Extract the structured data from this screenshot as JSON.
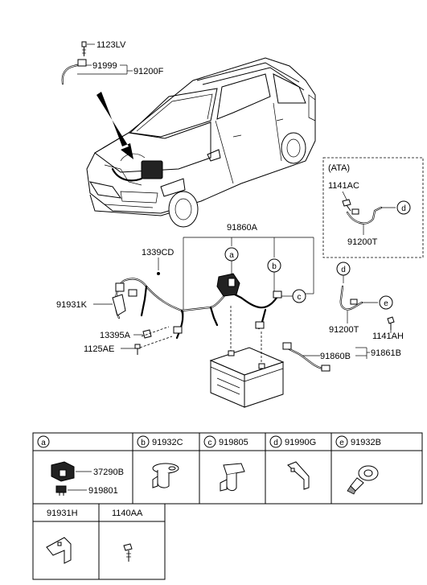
{
  "labels": {
    "p1123LV": "1123LV",
    "p91999": "91999",
    "p91200F": "91200F",
    "ata": "(ATA)",
    "p1141AC": "1141AC",
    "p91200T_ata": "91200T",
    "p91860A": "91860A",
    "p1339CD": "1339CD",
    "p91931K": "91931K",
    "p13395A": "13395A",
    "p1125AE": "1125AE",
    "p91200T": "91200T",
    "p1141AH": "1141AH",
    "p91860B": "91860B",
    "p91861B": "91861B"
  },
  "callouts": {
    "a": "a",
    "b": "b",
    "c": "c",
    "d": "d",
    "e": "e"
  },
  "table": {
    "row1": [
      {
        "letter": "a",
        "parts": [
          "37290B",
          "919801"
        ]
      },
      {
        "letter": "b",
        "part": "91932C"
      },
      {
        "letter": "c",
        "part": "919805"
      },
      {
        "letter": "d",
        "part": "91990G"
      },
      {
        "letter": "e",
        "part": "91932B"
      }
    ],
    "row2": [
      {
        "part": "91931H"
      },
      {
        "part": "1140AA"
      }
    ]
  }
}
